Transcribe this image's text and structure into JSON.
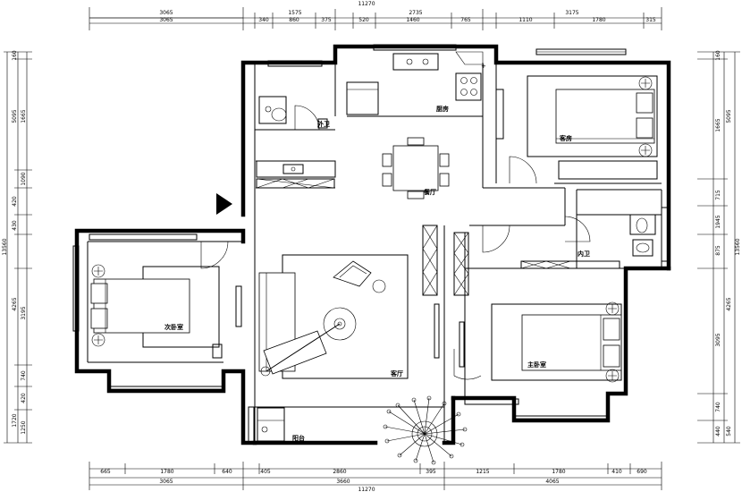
{
  "dimensions": {
    "top_total": "11270",
    "top_outer": [
      "3065",
      "1575",
      "2735",
      "3175"
    ],
    "top_inner": [
      "3065",
      "340",
      "860",
      "375",
      "520",
      "1460",
      "765",
      "1110",
      "1780",
      "315"
    ],
    "bottom_total": "11270",
    "bottom_outer": [
      "3065",
      "3660",
      "4065"
    ],
    "bottom_inner": [
      "665",
      "1780",
      "640",
      "405",
      "2860",
      "395",
      "1215",
      "1780",
      "410",
      "690"
    ],
    "left_total": "13560",
    "left_segments": [
      "160",
      "5095",
      "1665",
      "1090",
      "420",
      "430",
      "4265",
      "3195",
      "740",
      "420",
      "1720",
      "1250"
    ],
    "right_total": "13560",
    "right_segments": [
      "160",
      "5095",
      "1665",
      "715",
      "1945",
      "875",
      "4265",
      "3095",
      "740",
      "440",
      "540"
    ]
  },
  "rooms": {
    "kitchen": "厨房",
    "guest_room": "客房",
    "outer_bath": "外卫",
    "dining": "餐厅",
    "inner_bath": "内卫",
    "second_bedroom": "次卧室",
    "living_room": "客厅",
    "master_bedroom": "主卧室",
    "balcony": "阳台"
  },
  "entrance_marker": "entrance-arrow"
}
